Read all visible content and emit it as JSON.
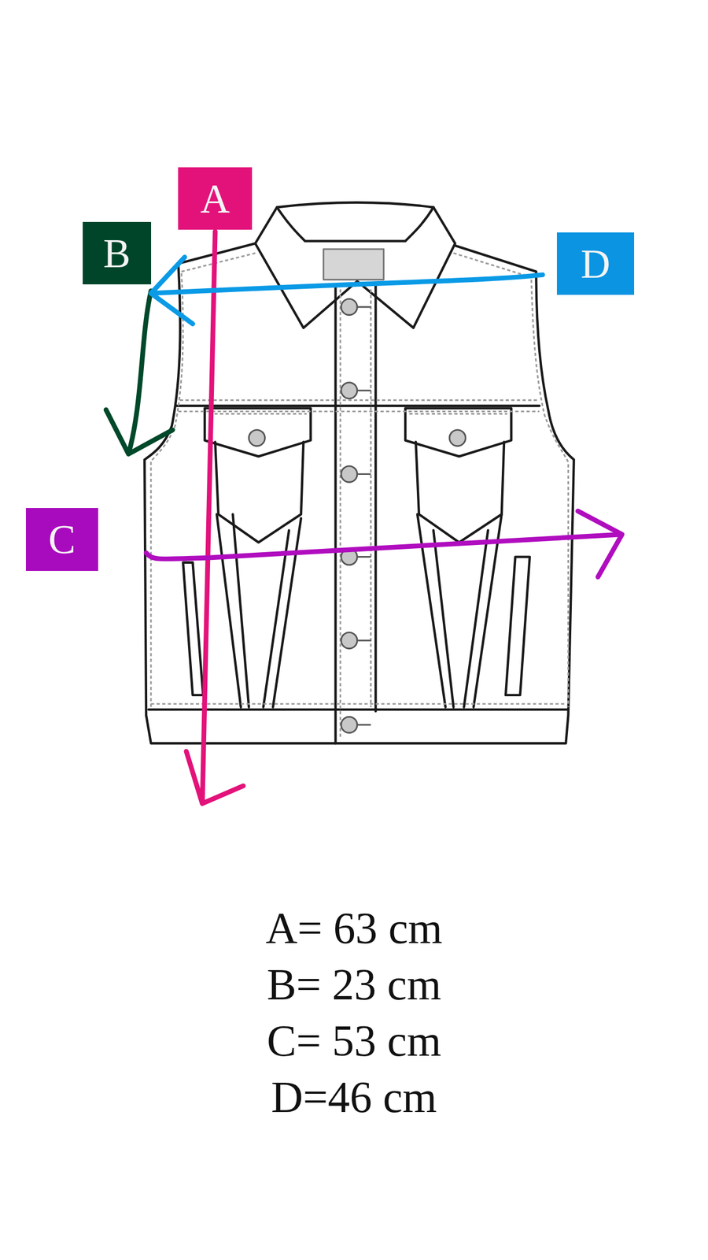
{
  "diagram": {
    "nodes": [
      {
        "text": [
          "A"
        ]
      },
      {
        "text": [
          "B"
        ]
      },
      {
        "text": [
          "C"
        ]
      },
      {
        "text": [
          "D"
        ]
      }
    ],
    "labels": [
      "A= 63 cm",
      "B= 23 cm",
      "C= 53 cm",
      "D=46 cm"
    ]
  }
}
